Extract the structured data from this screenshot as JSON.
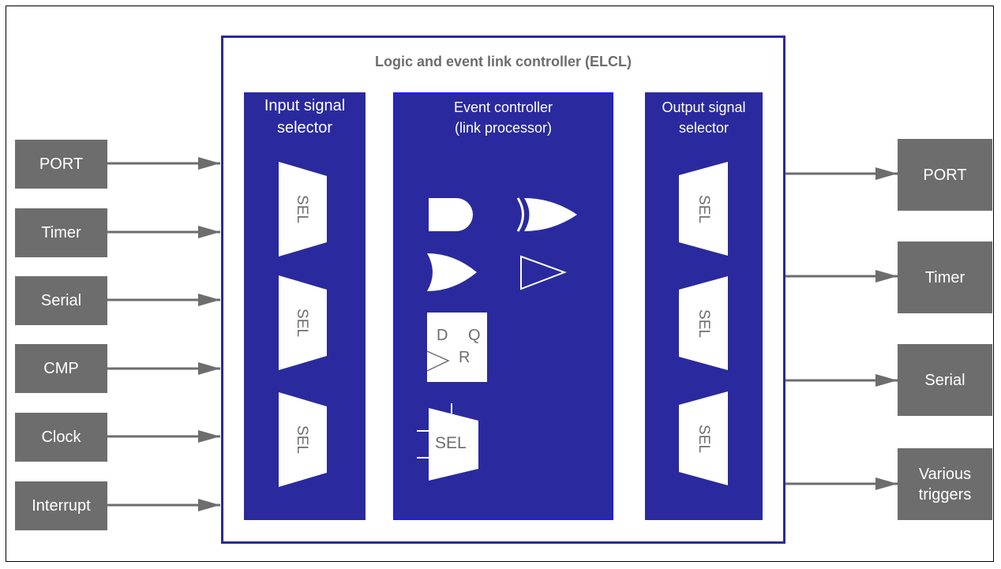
{
  "title": "Logic and event link controller (ELCL)",
  "inputs": [
    "PORT",
    "Timer",
    "Serial",
    "CMP",
    "Clock",
    "Interrupt"
  ],
  "outputs": [
    "PORT",
    "Timer",
    "Serial",
    "Various\ntriggers"
  ],
  "panels": {
    "input": "Input signal\nselector",
    "event": "Event controller\n(link processor)",
    "output": "Output signal\nselector"
  },
  "sel_label": "SEL",
  "flipflop": {
    "d": "D",
    "q": "Q",
    "r": "R"
  },
  "colors": {
    "panel": "#2a2a9e",
    "box": "#6d6d6d",
    "arrow": "#6d6d6d",
    "white": "#ffffff"
  }
}
